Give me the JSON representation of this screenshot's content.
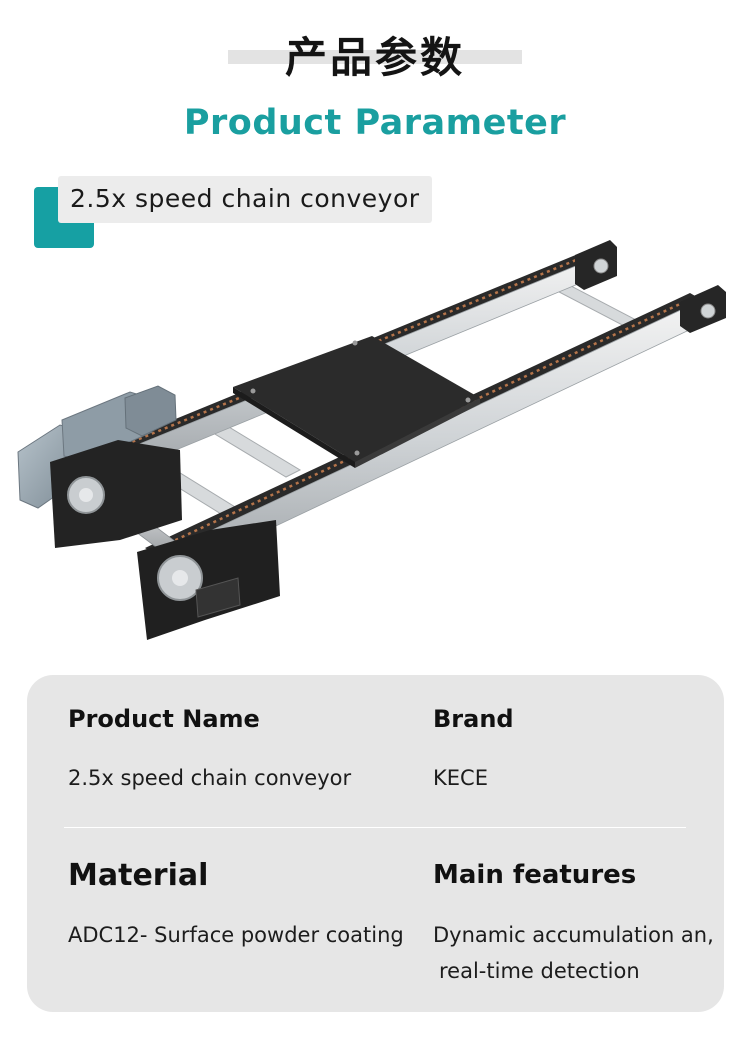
{
  "heading": {
    "title_zh": "产品参数",
    "title_en": "Product Parameter"
  },
  "tag": {
    "label": "2.5x speed chain conveyor"
  },
  "colors": {
    "accent": "#16a0a3",
    "title_en": "#1a9fa0",
    "card_bg": "#e6e6e6"
  },
  "params": {
    "product_name": {
      "label": "Product Name",
      "value": "2.5x speed chain conveyor"
    },
    "brand": {
      "label": "Brand",
      "value": "KECE"
    },
    "material": {
      "label": "Material",
      "value": "ADC12- Surface powder coating"
    },
    "main_features": {
      "label": "Main features",
      "value_line1": "Dynamic accumulation an,",
      "value_line2": "real-time detection"
    }
  }
}
